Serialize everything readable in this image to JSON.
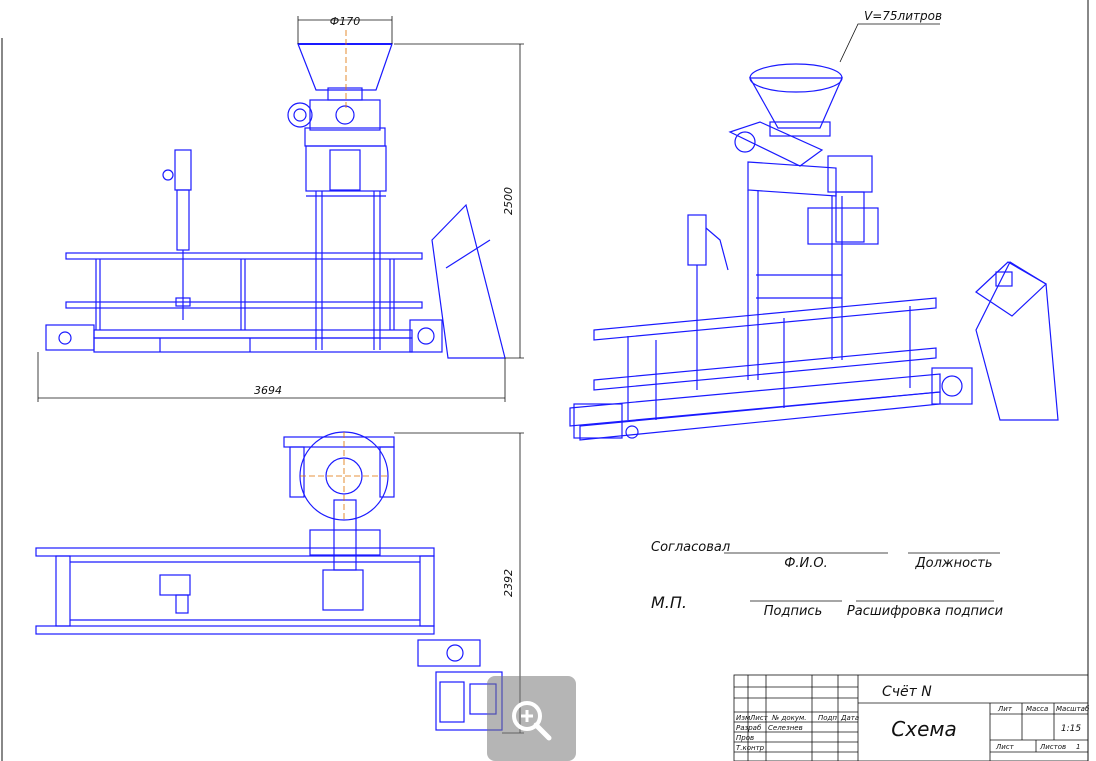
{
  "colors": {
    "line": "#1a1aff",
    "dim": "#111111",
    "axis": "#e07000",
    "frame": "#111111"
  },
  "dimensions": {
    "diameter": "Ф170",
    "height_front": "2500",
    "length_front": "3694",
    "height_top": "2392"
  },
  "iso_callout": "V=75литров",
  "approval": {
    "agreed": "Согласовал",
    "fio": "Ф.И.О.",
    "position": "Должность",
    "stamp": "М.П.",
    "signature": "Подпись",
    "signature_decode": "Расшифровка подписи"
  },
  "title_block": {
    "doc_name": "Счёт N",
    "title": "Схема",
    "col_izm": "Изм",
    "col_list": "Лист",
    "col_doc": "№ докум.",
    "col_sign": "Подп",
    "col_date": "Дата",
    "row_razrab": "Разраб",
    "row_razrab_name": "Селезнев",
    "row_prov": "Пров",
    "row_tkontr": "Т.контр",
    "lit": "Лит",
    "mass": "Масса",
    "scale_label": "Масштаб",
    "scale": "1:15",
    "sheet": "Лист",
    "sheets": "Листов",
    "sheets_count": "1"
  },
  "zoom_icon": "zoom-in-icon"
}
